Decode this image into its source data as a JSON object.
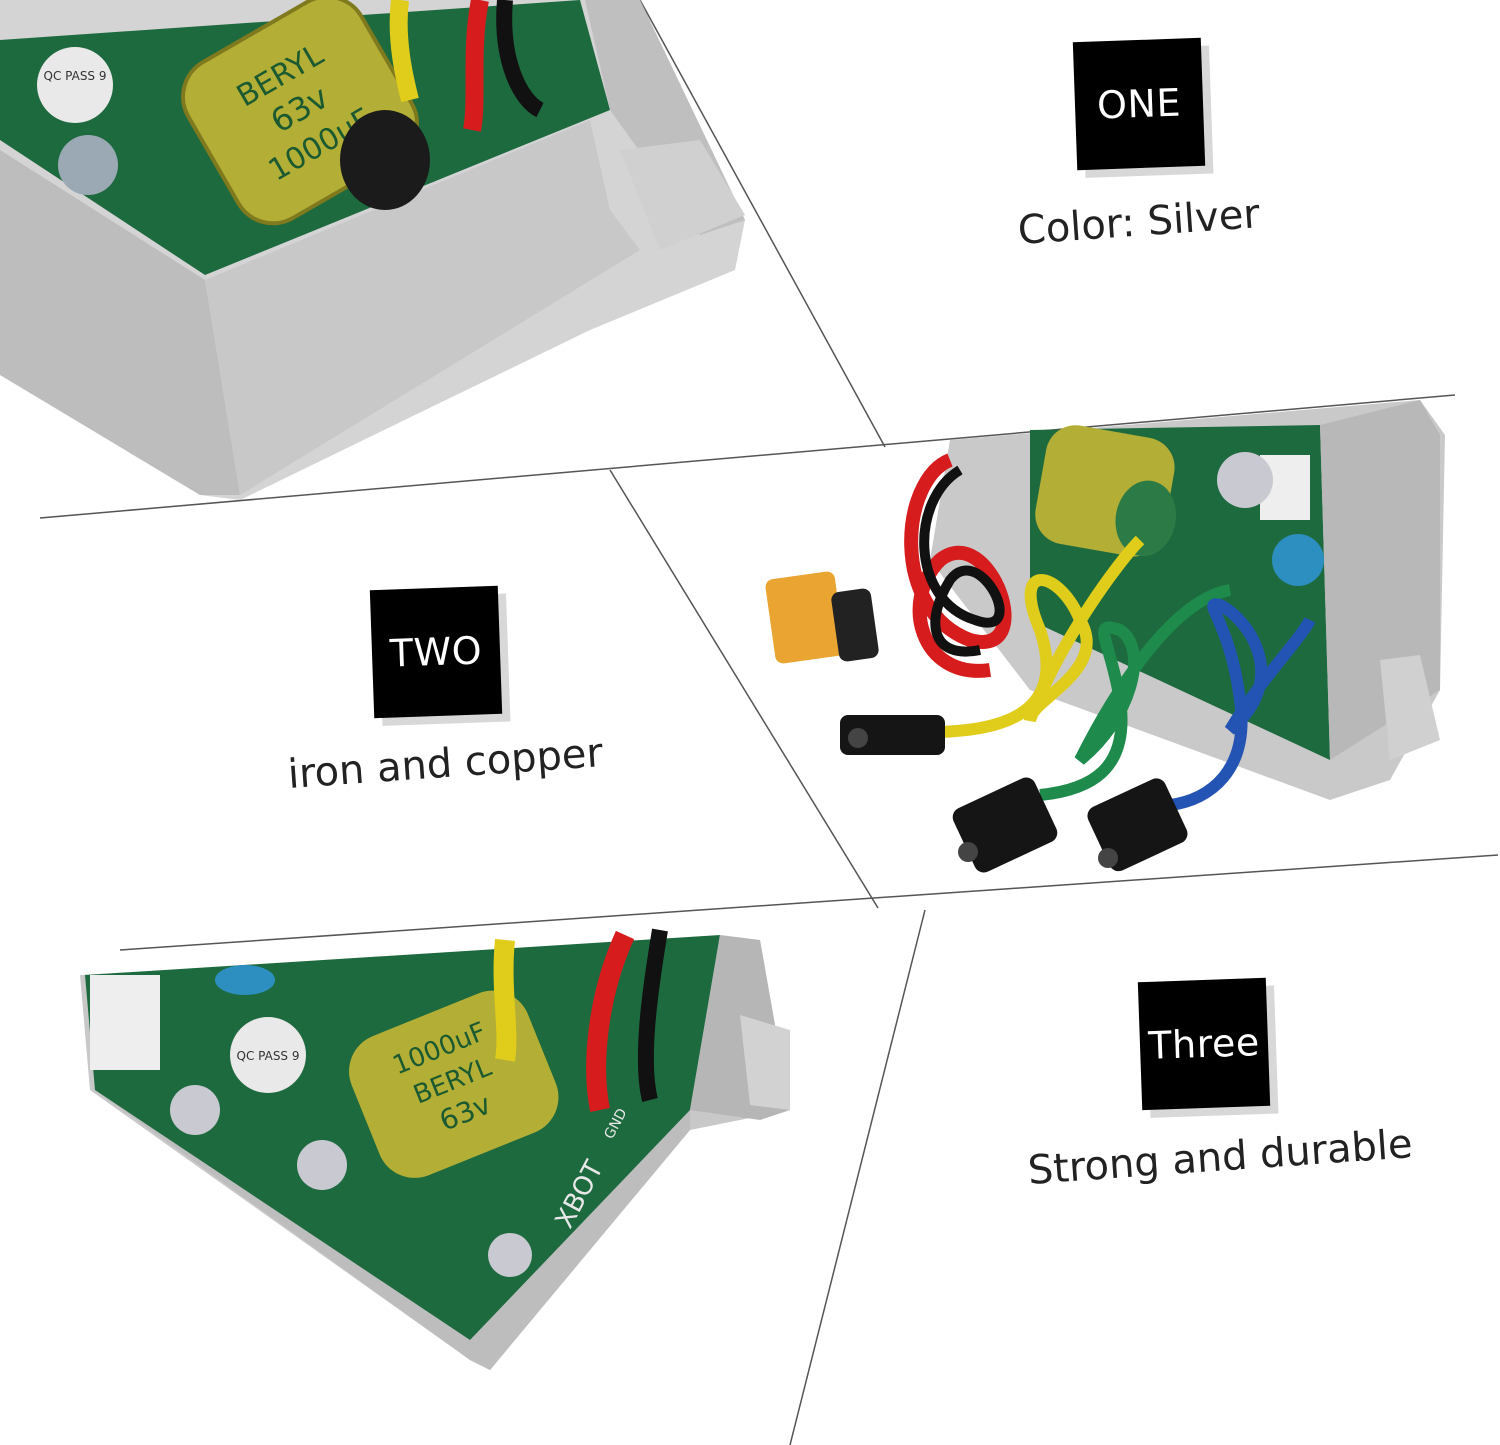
{
  "features": [
    {
      "badge": "ONE",
      "caption": "Color: Silver"
    },
    {
      "badge": "TWO",
      "caption": "iron and copper"
    },
    {
      "badge": "Three",
      "caption": "Strong and durable"
    }
  ],
  "photo_prints": {
    "capacitor_brand": "BERYL",
    "capacitor_voltage": "63v",
    "capacitor_capacitance": "1000uF",
    "qc_sticker": "QC PASS 9",
    "board_brand": "XBOT",
    "gnd_label": "GND"
  },
  "colors": {
    "badge": "#000000",
    "aluminum": "#c9c9c9",
    "pcb": "#1f6b3e",
    "capacitor": "#b7b13a"
  }
}
